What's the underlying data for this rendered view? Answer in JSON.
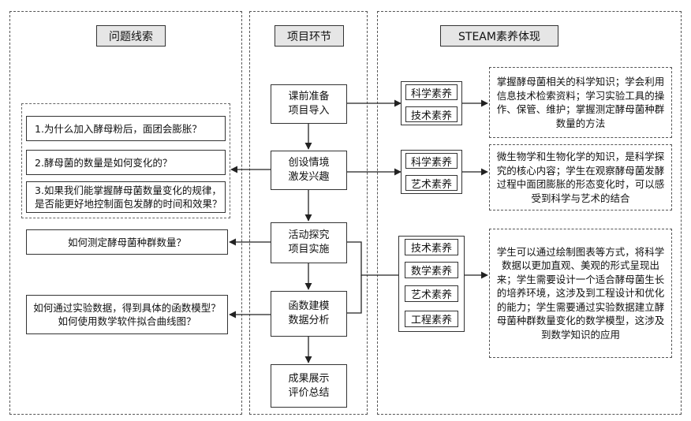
{
  "columns": {
    "problems": "问题线索",
    "project": "项目环节",
    "steam": "STEAM素养体现"
  },
  "stages": [
    "课前准备\n项目导入",
    "创设情境\n激发兴趣",
    "活动探究\n项目实施",
    "函数建模\n数据分析",
    "成果展示\n评价总结"
  ],
  "questions": {
    "q1": "1.为什么加入酵母粉后，面团会膨胀？",
    "q2": "2.酵母菌的数量是如何变化的？",
    "q3": "3.如果我们能掌握酵母菌数量变化的规律，\n是否能更好地控制面包发酵的时间和效果？",
    "q4": "如何测定酵母菌种群数量？",
    "q5": "如何通过实验数据，得到具体的函数模型？\n如何使用数学软件拟合曲线图？"
  },
  "literacies": {
    "group1": [
      "科学素养",
      "技术素养"
    ],
    "group2": [
      "科学素养",
      "艺术素养"
    ],
    "group3": [
      "技术素养",
      "数学素养",
      "艺术素养",
      "工程素养"
    ]
  },
  "descriptions": {
    "d1": "掌握酵母菌相关的科学知识；学会利用信息技术检索资料；学习实验工具的操作、保管、维护；掌握测定酵母菌种群数量的方法",
    "d2": "微生物学和生物化学的知识，是科学探究的核心内容；学生在观察酵母菌发酵过程中面团膨胀的形态变化时，可以感受到科学与艺术的结合",
    "d3": "学生可以通过绘制图表等方式，将科学数据以更加直观、美观的形式呈现出来；学生需要设计一个适合酵母菌生长的培养环境，这涉及到工程设计和优化的能力；学生需要通过实验数据建立酵母菌种群数量变化的数学模型，这涉及到数学知识的应用"
  }
}
